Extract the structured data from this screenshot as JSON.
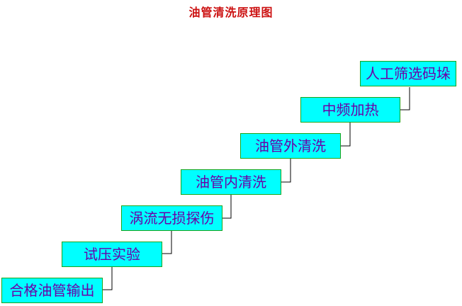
{
  "title": "油管清洗原理图",
  "steps": [
    {
      "label": "人工筛选码垛"
    },
    {
      "label": "中频加热"
    },
    {
      "label": "油管外清洗"
    },
    {
      "label": "油管内清洗"
    },
    {
      "label": "涡流无损探伤"
    },
    {
      "label": "试压实验"
    },
    {
      "label": "合格油管输出"
    }
  ],
  "colors": {
    "title": "#cc1111",
    "box_fill": "#00ffff",
    "box_border": "#1aa51a",
    "box_text": "#6a00a8",
    "connector": "#000000"
  }
}
